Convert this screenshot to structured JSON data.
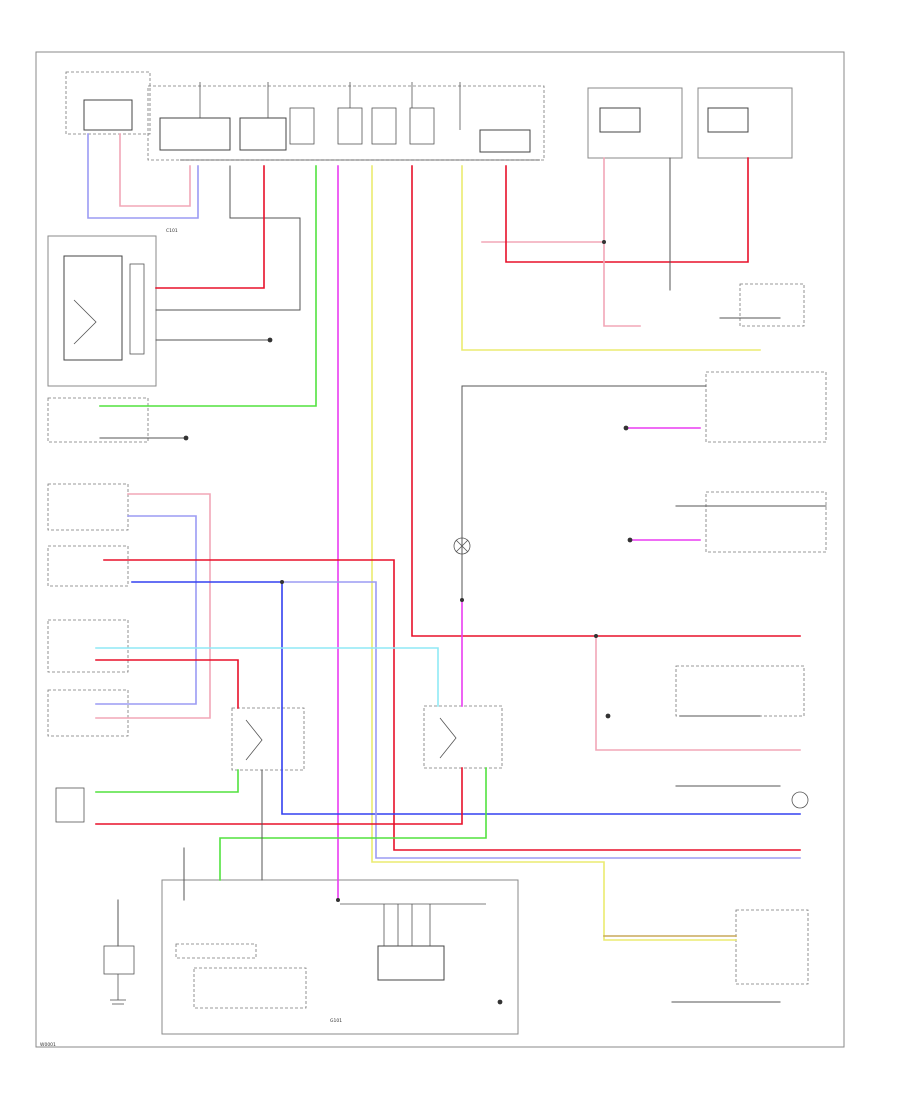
{
  "colors": {
    "red": "#e8102a",
    "pink": "#f2a7b7",
    "green": "#52e23f",
    "blue": "#3340f0",
    "lavender": "#9b9bf3",
    "violet": "#ea3cf2",
    "cyan": "#8fe9f5",
    "yellow": "#ebeb70",
    "tan": "#c9a95a",
    "black": "#555555"
  },
  "labels": {
    "bottom_left_code": "W0001",
    "ground_pt": "G101",
    "mid_junction": "C101"
  }
}
